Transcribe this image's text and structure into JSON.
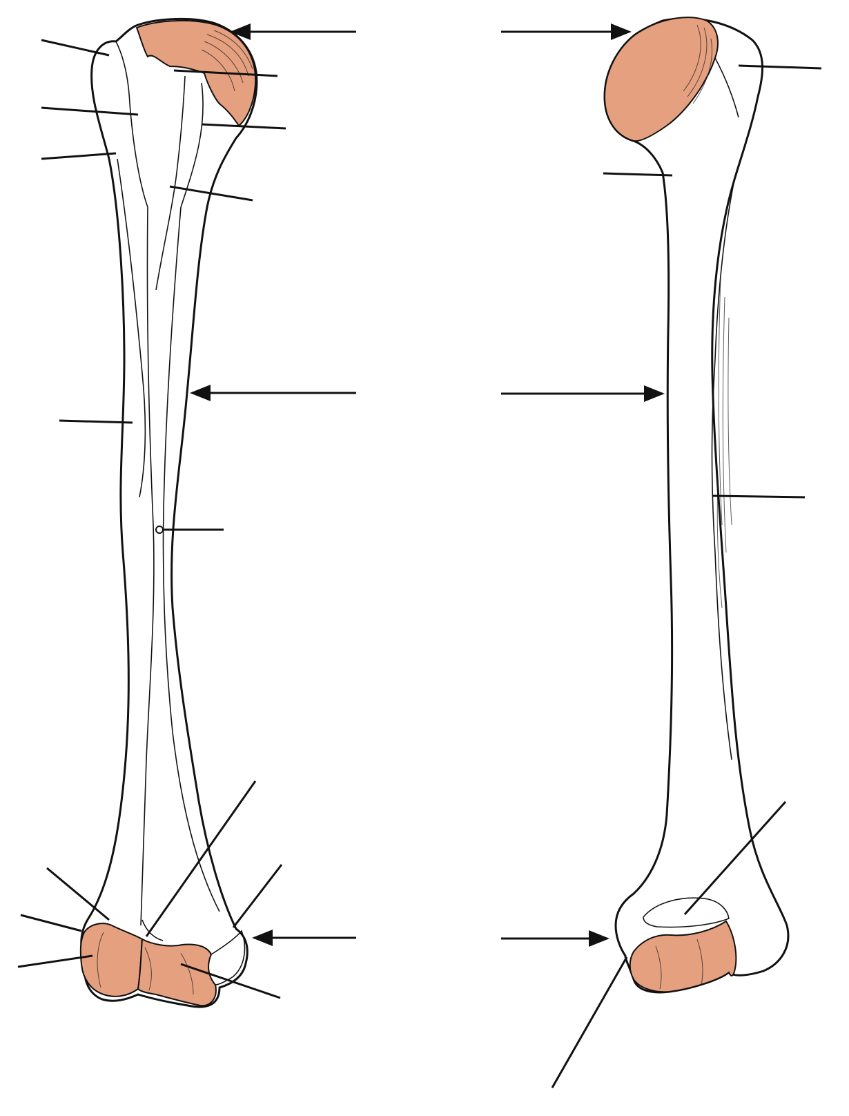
{
  "figure": {
    "views": [
      {
        "id": "anterior-view",
        "leader_lines": 12,
        "arrows": 3
      },
      {
        "id": "posterior-view",
        "leader_lines": 4,
        "arrows": 3
      }
    ],
    "colors": {
      "background": "#ffffff",
      "bone_fill": "#ffffff",
      "outline": "#111111",
      "articular_cartilage": "#e4a07f"
    },
    "labels": []
  }
}
